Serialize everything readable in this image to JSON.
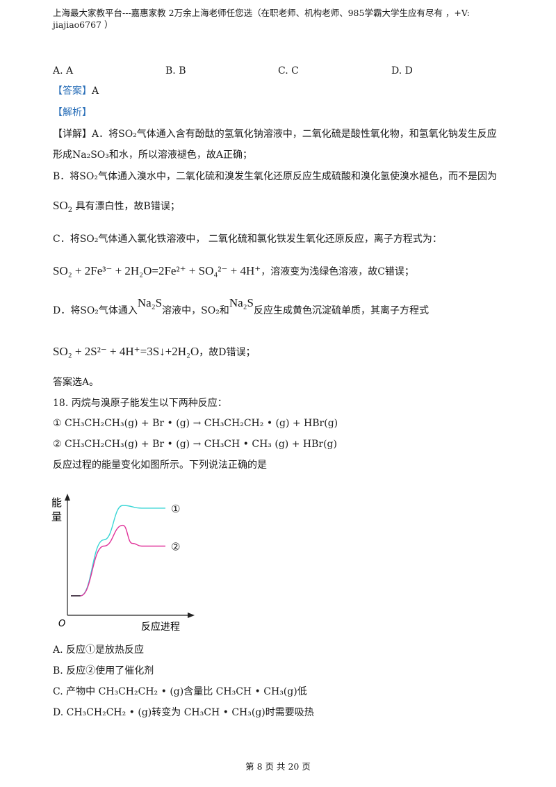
{
  "header": {
    "line1": "上海最大家教平台---嘉惠家教    2万余上海老师任您选（在职老师、机构老师、985学霸大学生应有尽有  ，+V:",
    "line2": "jiajiao6767 ）"
  },
  "prev_question": {
    "options": [
      "A.  A",
      "B.  B",
      "C.  C",
      "D.  D"
    ],
    "answer_label": "【答案】",
    "answer_value": "A",
    "analysis_label": "【解析】",
    "detail_label": "【详解】",
    "a1": "A．将SO₂气体通入含有酚酞的氢氧化钠溶液中，二氧化硫是酸性氧化物，和氢氧化钠发生反应",
    "a2": "形成Na₂SO₃和水，所以溶液褪色，故A正确；",
    "b1": "B．将SO₂气体通入溴水中，二氧化硫和溴发生氧化还原反应生成硫酸和溴化氢使溴水褪色，而不是因为",
    "b2_formula": "SO",
    "b2_sub": "2",
    "b2_text": "具有漂白性，故B错误；",
    "c1": "C．将SO₂气体通入氯化铁溶液中，  二氧化硫和氯化铁发生氧化还原反应，离子方程式为：",
    "c_eq": "SO₂ + 2Fe³⁻ + 2H₂O=2Fe²⁺ + SO₄²⁻ + 4H⁺",
    "c_tail": "，溶液变为浅绿色溶液，故C错误；",
    "d1_pre": "D．将SO₂气体通入",
    "d1_formula1": "Na₂S",
    "d1_mid": "溶液中，SO₂和",
    "d1_formula2": "Na₂S",
    "d1_post": "反应生成黄色沉淀硫单质，其离子方程式",
    "d_eq": "SO₂ + 2S²⁻ + 4H⁺=3S↓+2H₂O",
    "d_tail": "，故D错误；",
    "conclusion": "答案选A。"
  },
  "question": {
    "stem": "18. 丙烷与溴原子能发生以下两种反应：",
    "r1": "①  CH₃CH₂CH₃(g) + Br • (g) → CH₃CH₂CH₂ • (g) + HBr(g)",
    "r2": "②  CH₃CH₂CH₃(g) + Br • (g) → CH₃CH • CH₃  (g) + HBr(g)",
    "prompt": "反应过程的能量变化如图所示。下列说法正确的是",
    "choices": [
      "A.  反应①是放热反应",
      "B.  反应②使用了催化剂",
      "C.  产物中  CH₃CH₂CH₂ • (g)含量比  CH₃CH • CH₃(g)低",
      "D.  CH₃CH₂CH₂ • (g)转变为  CH₃CH • CH₃(g)时需要吸热"
    ]
  },
  "chart_data": {
    "type": "line",
    "ylabel": "能量",
    "xlabel": "反应进程",
    "origin_label": "O",
    "series": [
      {
        "name": "①",
        "color": "#3ad6d6",
        "x": [
          0,
          0.1,
          0.35,
          0.55,
          0.75,
          1.0
        ],
        "y": [
          0.0,
          0.0,
          0.62,
          1.0,
          0.97,
          0.97
        ]
      },
      {
        "name": "②",
        "color": "#e0339a",
        "x": [
          0,
          0.1,
          0.35,
          0.55,
          0.65,
          0.75,
          1.0
        ],
        "y": [
          0.0,
          0.0,
          0.55,
          0.78,
          0.58,
          0.55,
          0.55
        ]
      }
    ],
    "grid": false
  },
  "footer": {
    "page": "第 8 页 共 20 页"
  }
}
